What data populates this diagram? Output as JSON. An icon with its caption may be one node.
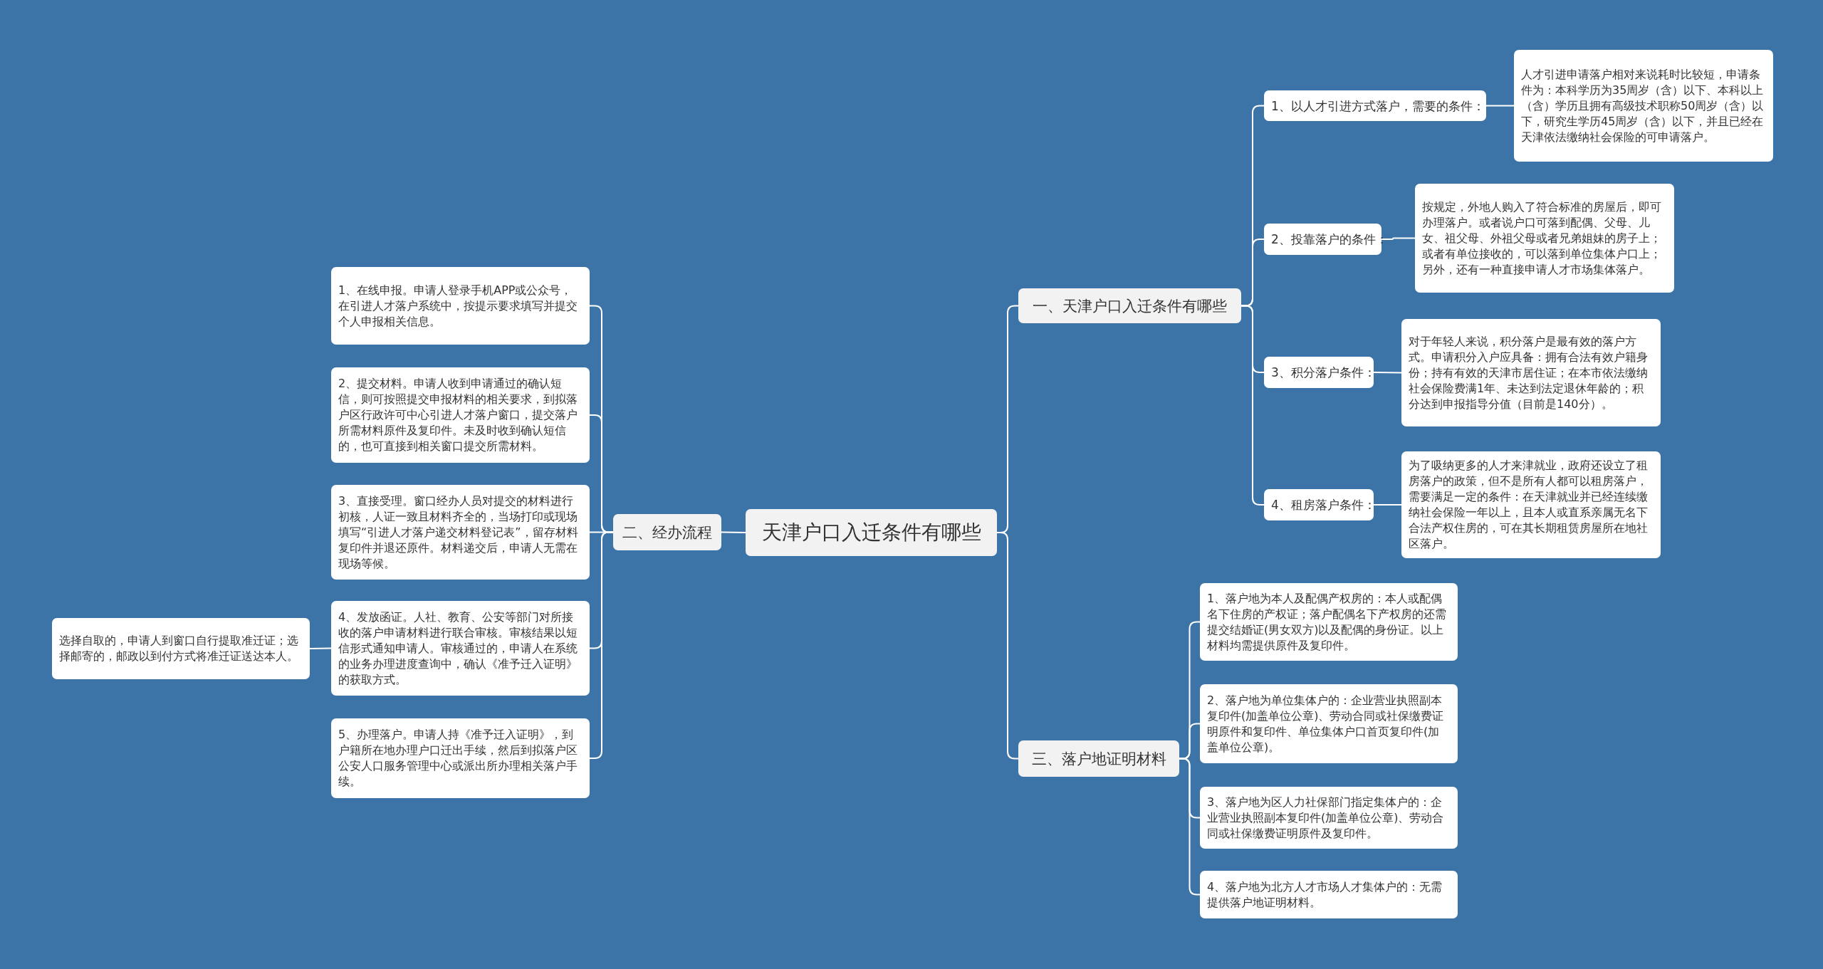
{
  "diagram": {
    "nodes": [
      {
        "text": [
          "天津户口入迁条件有哪些"
        ]
      },
      {
        "text": [
          "一、天津户口入迁条件有哪些"
        ]
      },
      {
        "text": [
          "1、以人才引进方式落户，需要的条件："
        ]
      },
      {
        "text": [
          "人才引进申请落户相对来说耗时比较短，申请条件为：本科学历为35周岁（含）以下、本科以上（含）学历且拥有高级技术职称50周岁（含）以下，研究生学历45周岁（含）以下，并且已经在天津依法缴纳社会保险的可申请落户。"
        ]
      },
      {
        "text": [
          "2、投靠落户的条件："
        ]
      },
      {
        "text": [
          "按规定，外地人购入了符合标准的房屋后，即可办理落户。或者说户口可落到配偶、父母、儿女、祖父母、外祖父母或者兄弟姐妹的房子上；或者有单位接收的，可以落到单位集体户口上；另外，还有一种直接申请人才市场集体落户。"
        ]
      },
      {
        "text": [
          "3、积分落户条件："
        ]
      },
      {
        "text": [
          "对于年轻人来说，积分落户是最有效的落户方式。申请积分入户应具备：拥有合法有效户籍身份；持有有效的天津市居住证；在本市依法缴纳社会保险费满1年、未达到法定退休年龄的；积分达到申报指导分值（目前是140分）。"
        ]
      },
      {
        "text": [
          "4、租房落户条件："
        ]
      },
      {
        "text": [
          "为了吸纳更多的人才来津就业，政府还设立了租房落户的政策，但不是所有人都可以租房落户，需要满足一定的条件：在天津就业并已经连续缴纳社会保险一年以上，且本人或直系亲属无名下合法产权住房的，可在其长期租赁房屋所在地社区落户。"
        ]
      },
      {
        "text": [
          "二、经办流程"
        ]
      },
      {
        "text": [
          "1、在线申报。申请人登录手机APP或公众号，在引进人才落户系统中，按提示要求填写并提交个人申报相关信息。"
        ]
      },
      {
        "text": [
          "2、提交材料。申请人收到申请通过的确认短信，则可按照提交申报材料的相关要求，到拟落户区行政许可中心引进人才落户窗口，提交落户所需材料原件及复印件。未及时收到确认短信的，也可直接到相关窗口提交所需材料。"
        ]
      },
      {
        "text": [
          "3、直接受理。窗口经办人员对提交的材料进行初核，人证一致且材料齐全的，当场打印或现场填写“引进人才落户递交材料登记表”，留存材料复印件并退还原件。材料递交后，申请人无需在现场等候。"
        ]
      },
      {
        "text": [
          "4、发放函证。人社、教育、公安等部门对所接收的落户申请材料进行联合审核。审核结果以短信形式通知申请人。审核通过的，申请人在系统的业务办理进度查询中，确认《准予迁入证明》的获取方式。"
        ]
      },
      {
        "text": [
          "5、办理落户。申请人持《准予迁入证明》，到户籍所在地办理户口迁出手续，然后到拟落户区公安人口服务管理中心或派出所办理相关落户手续。"
        ]
      },
      {
        "text": [
          "选择自取的，申请人到窗口自行提取准迁证；选择邮寄的，邮政以到付方式将准迁证送达本人。"
        ]
      },
      {
        "text": [
          "三、落户地证明材料"
        ]
      },
      {
        "text": [
          "1、落户地为本人及配偶产权房的：本人或配偶名下住房的产权证；落户配偶名下产权房的还需提交结婚证(男女双方)以及配偶的身份证。以上材料均需提供原件及复印件。"
        ]
      },
      {
        "text": [
          "2、落户地为单位集体户的：企业营业执照副本复印件(加盖单位公章)、劳动合同或社保缴费证明原件和复印件、单位集体户口首页复印件(加盖单位公章)。"
        ]
      },
      {
        "text": [
          "3、落户地为区人力社保部门指定集体户的：企业营业执照副本复印件(加盖单位公章)、劳动合同或社保缴费证明原件及复印件。"
        ]
      },
      {
        "text": [
          "4、落户地为北方人才市场人才集体户的：无需提供落户地证明材料。"
        ]
      }
    ],
    "edges": [
      {
        "from": 0,
        "to": 1,
        "arrow": "none"
      },
      {
        "from": 1,
        "to": 2,
        "arrow": "none"
      },
      {
        "from": 2,
        "to": 3,
        "arrow": "none"
      },
      {
        "from": 1,
        "to": 4,
        "arrow": "none"
      },
      {
        "from": 4,
        "to": 5,
        "arrow": "none"
      },
      {
        "from": 1,
        "to": 6,
        "arrow": "none"
      },
      {
        "from": 6,
        "to": 7,
        "arrow": "none"
      },
      {
        "from": 1,
        "to": 8,
        "arrow": "none"
      },
      {
        "from": 8,
        "to": 9,
        "arrow": "none"
      },
      {
        "from": 0,
        "to": 10,
        "arrow": "none"
      },
      {
        "from": 10,
        "to": 11,
        "arrow": "none"
      },
      {
        "from": 10,
        "to": 12,
        "arrow": "none"
      },
      {
        "from": 10,
        "to": 13,
        "arrow": "none"
      },
      {
        "from": 10,
        "to": 14,
        "arrow": "none"
      },
      {
        "from": 10,
        "to": 15,
        "arrow": "none"
      },
      {
        "from": 14,
        "to": 16,
        "arrow": "none"
      },
      {
        "from": 0,
        "to": 17,
        "arrow": "none"
      },
      {
        "from": 17,
        "to": 18,
        "arrow": "none"
      },
      {
        "from": 17,
        "to": 19,
        "arrow": "none"
      },
      {
        "from": 17,
        "to": 20,
        "arrow": "none"
      },
      {
        "from": 17,
        "to": 21,
        "arrow": "none"
      }
    ]
  }
}
